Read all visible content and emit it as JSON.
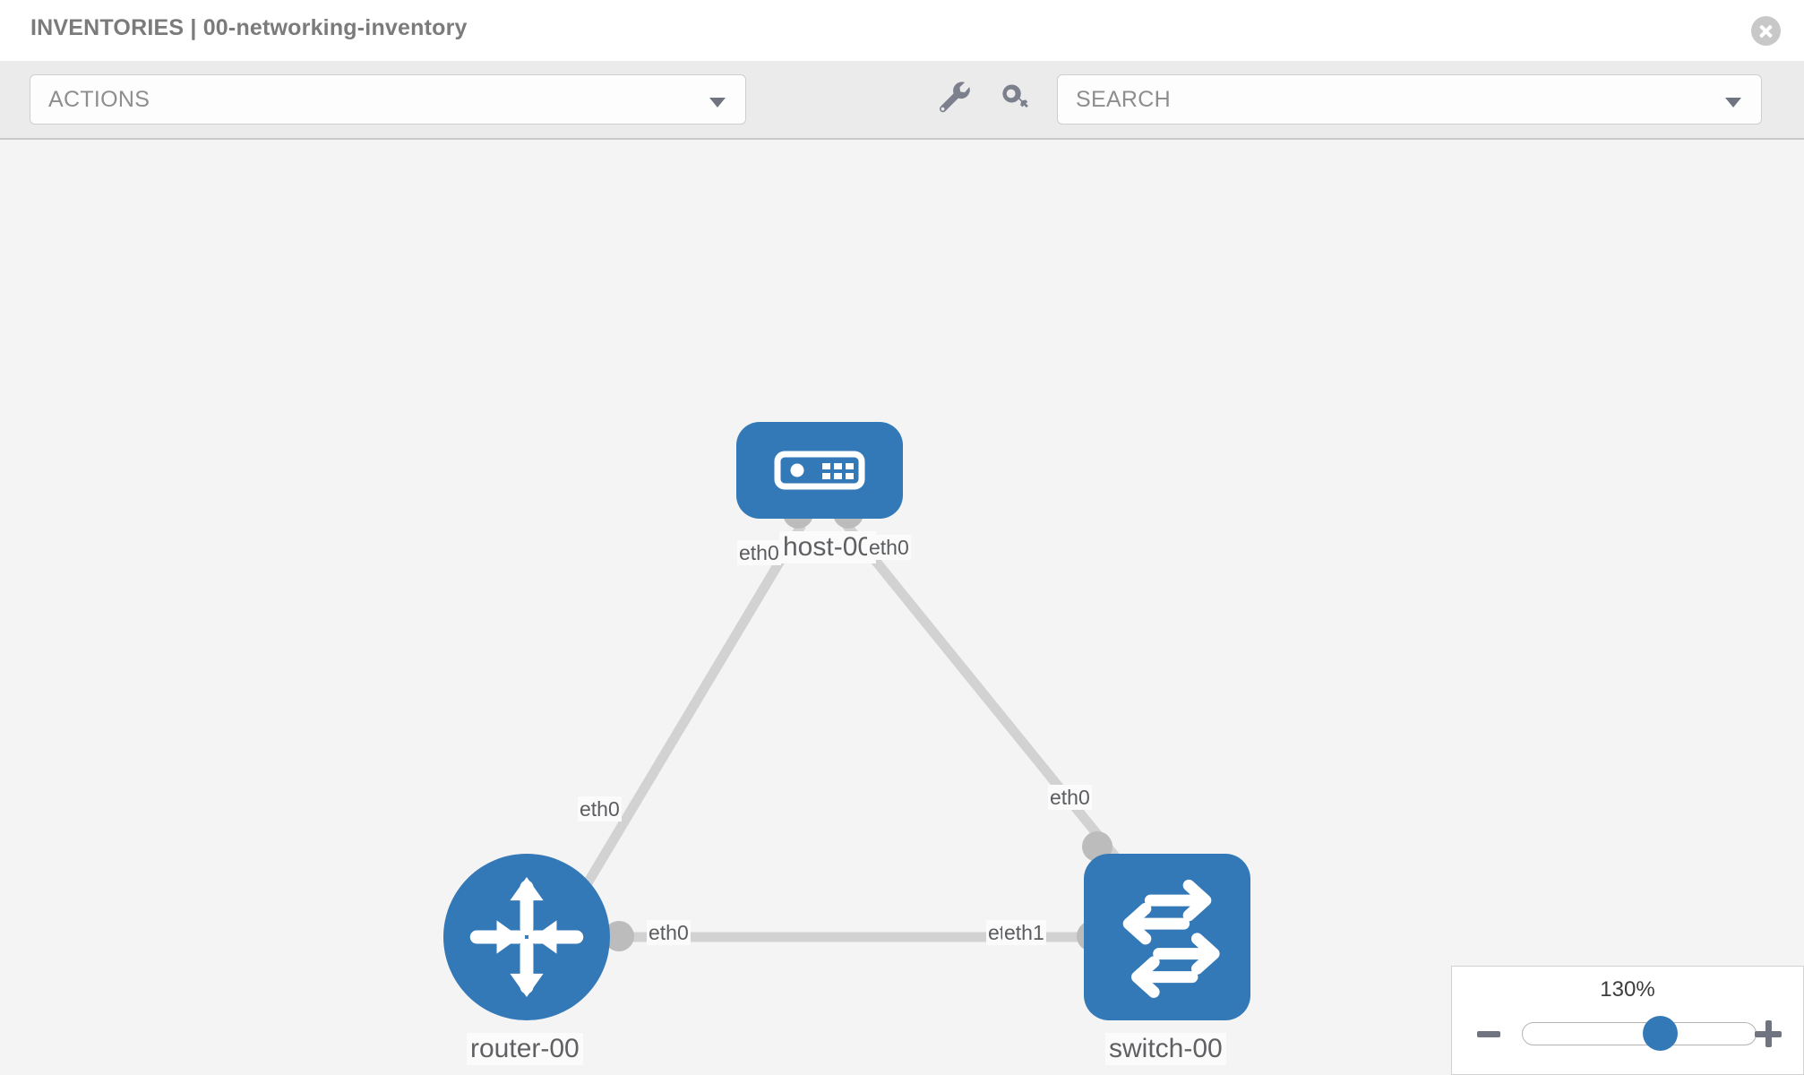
{
  "header": {
    "title": "INVENTORIES | 00-networking-inventory",
    "close_icon": "close-circle-icon"
  },
  "toolbar": {
    "actions": {
      "label": "ACTIONS",
      "caret_icon": "chevron-down-icon"
    },
    "search": {
      "placeholder": "SEARCH",
      "value": "SEARCH",
      "caret_icon": "chevron-down-icon"
    },
    "icons": [
      {
        "name": "wrench-icon",
        "title": "Settings"
      },
      {
        "name": "key-icon",
        "title": "Credentials"
      }
    ]
  },
  "topology": {
    "nodes": [
      {
        "id": "host",
        "label": "host-00",
        "glyph": "server-icon",
        "shape": "rounded-rect"
      },
      {
        "id": "router",
        "label": "router-00",
        "glyph": "router-arrows-icon",
        "shape": "circle"
      },
      {
        "id": "switch",
        "label": "switch-00",
        "glyph": "switch-arrows-icon",
        "shape": "rounded-square"
      }
    ],
    "links": [
      {
        "from": "router",
        "to": "host",
        "from_label": "eth0",
        "to_label": "eth0"
      },
      {
        "from": "host",
        "to": "switch",
        "from_label": "eth0",
        "to_label": "eth0"
      },
      {
        "from": "router",
        "to": "switch",
        "from_label": "eth0",
        "to_label_a": "eth",
        "to_label_b": "eth1"
      }
    ],
    "link_labels": {
      "host_left": "eth0",
      "host_right": "eth0",
      "router_up": "eth0",
      "switch_up": "eth0",
      "router_right": "eth0",
      "switch_left_hidden": "eth",
      "switch_left": "eth1"
    },
    "colors": {
      "node_blue": "#3479b7",
      "link_gray": "#d2d2d2",
      "iface_gray": "#bcbcbc",
      "canvas": "#f4f4f4"
    }
  },
  "zoom_control": {
    "value": "130%",
    "minus_icon": "minus-icon",
    "plus_icon": "plus-icon",
    "slider_percent": 60
  }
}
